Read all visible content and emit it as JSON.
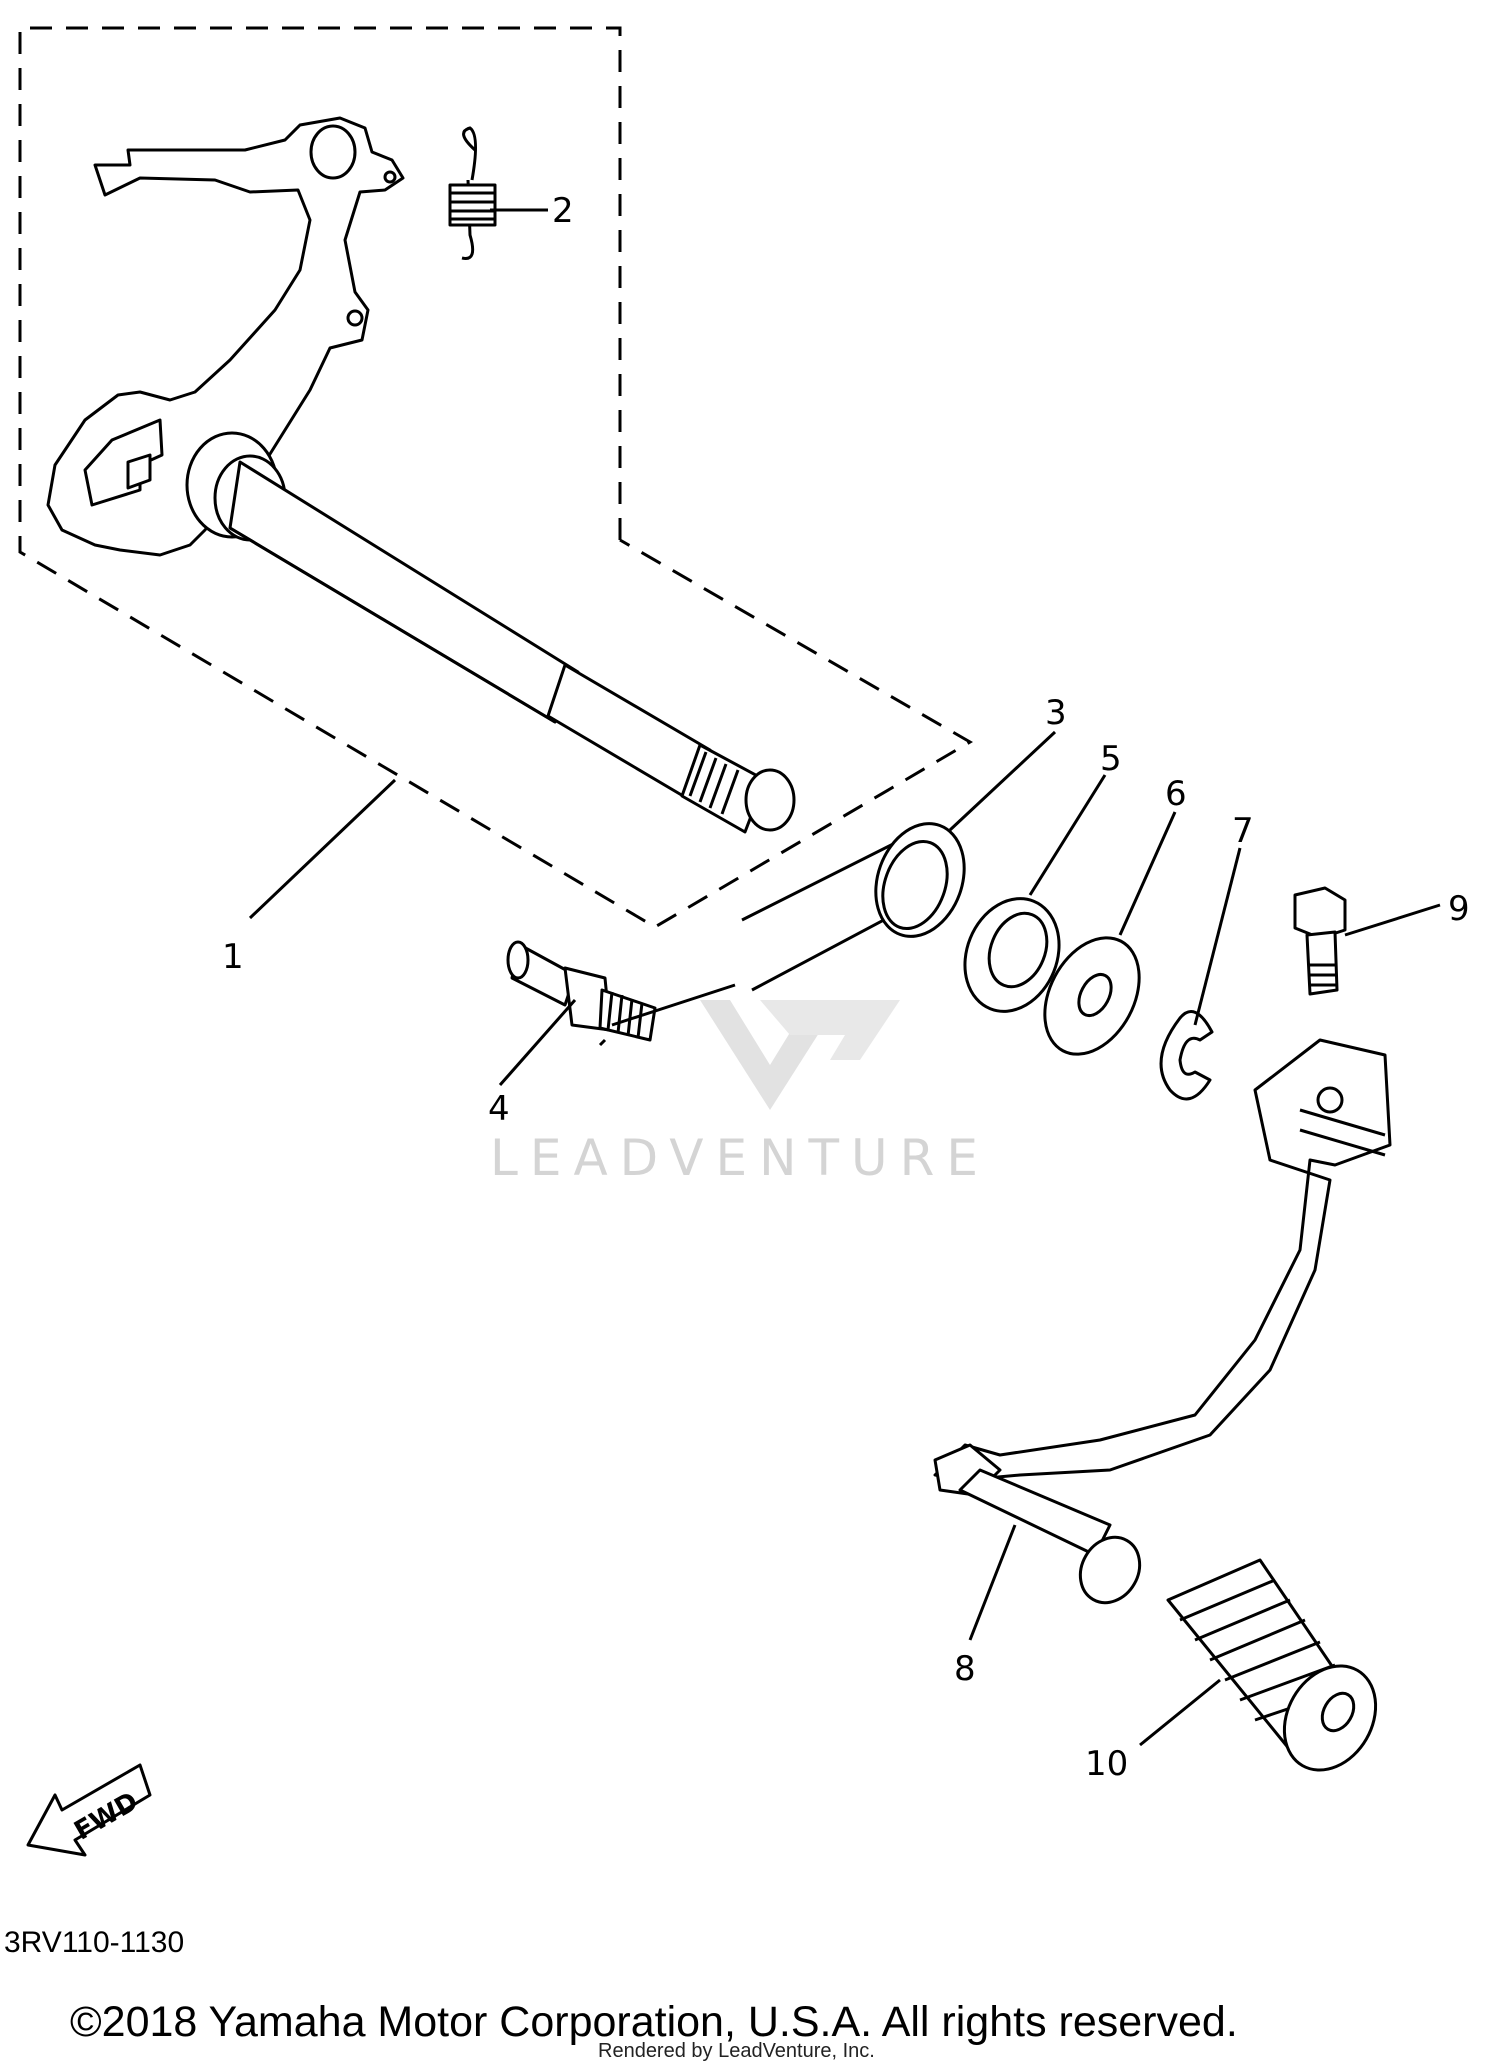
{
  "diagram": {
    "callouts": [
      "1",
      "2",
      "3",
      "4",
      "5",
      "6",
      "7",
      "8",
      "9",
      "10"
    ],
    "watermark": "LEADVENTURE",
    "fwd_arrow_label": "FWD"
  },
  "footer": {
    "catalog_number": "3RV110-1130",
    "copyright": "©2018 Yamaha Motor Corporation, U.S.A. All rights reserved.",
    "rendered_by": "Rendered by LeadVenture, Inc."
  }
}
